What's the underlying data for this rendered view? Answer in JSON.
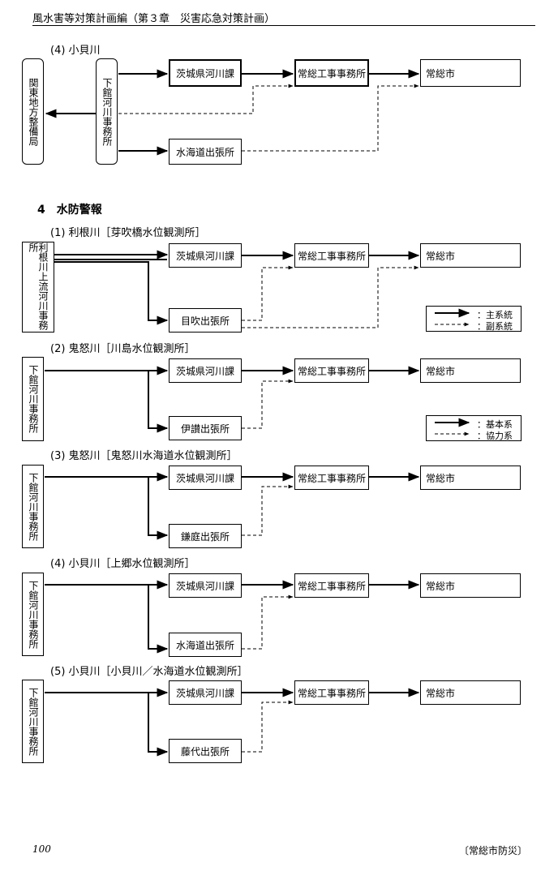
{
  "header": "風水害等対策計画編（第３章　災害応急対策計画）",
  "top_section": {
    "label": "(4) 小貝川",
    "kanto": "関東地方整備局",
    "shimodate": "下館河川事務所",
    "ibaraki": "茨城県河川課",
    "joso_koji": "常総工事事務所",
    "joso_city": "常総市",
    "mizukaido": "水海道出張所"
  },
  "section4_title": "4　水防警報",
  "diagrams": [
    {
      "label": "(1) 利根川［芽吹橋水位観測所］",
      "source": "利根川上流河川事務所",
      "ibaraki": "茨城県河川課",
      "koji": "常総工事事務所",
      "city": "常総市",
      "branch": "目吹出張所"
    },
    {
      "label": "(2) 鬼怒川［川島水位観測所］",
      "source": "下館河川事務所",
      "ibaraki": "茨城県河川課",
      "koji": "常総工事事務所",
      "city": "常総市",
      "branch": "伊讃出張所"
    },
    {
      "label": "(3) 鬼怒川［鬼怒川水海道水位観測所］",
      "source": "下館河川事務所",
      "ibaraki": "茨城県河川課",
      "koji": "常総工事事務所",
      "city": "常総市",
      "branch": "鎌庭出張所"
    },
    {
      "label": "(4) 小貝川［上郷水位観測所］",
      "source": "下館河川事務所",
      "ibaraki": "茨城県河川課",
      "koji": "常総工事事務所",
      "city": "常総市",
      "branch": "水海道出張所"
    },
    {
      "label": "(5) 小貝川［小貝川／水海道水位観測所］",
      "source": "下館河川事務所",
      "ibaraki": "茨城県河川課",
      "koji": "常総工事事務所",
      "city": "常総市",
      "branch": "藤代出張所"
    }
  ],
  "legend1": {
    "solid": "：主系統",
    "dashed": "：副系統"
  },
  "legend2": {
    "solid": "：基本系",
    "dashed": "：協力系"
  },
  "footer": {
    "page": "100",
    "right": "〔常総市防災〕"
  }
}
